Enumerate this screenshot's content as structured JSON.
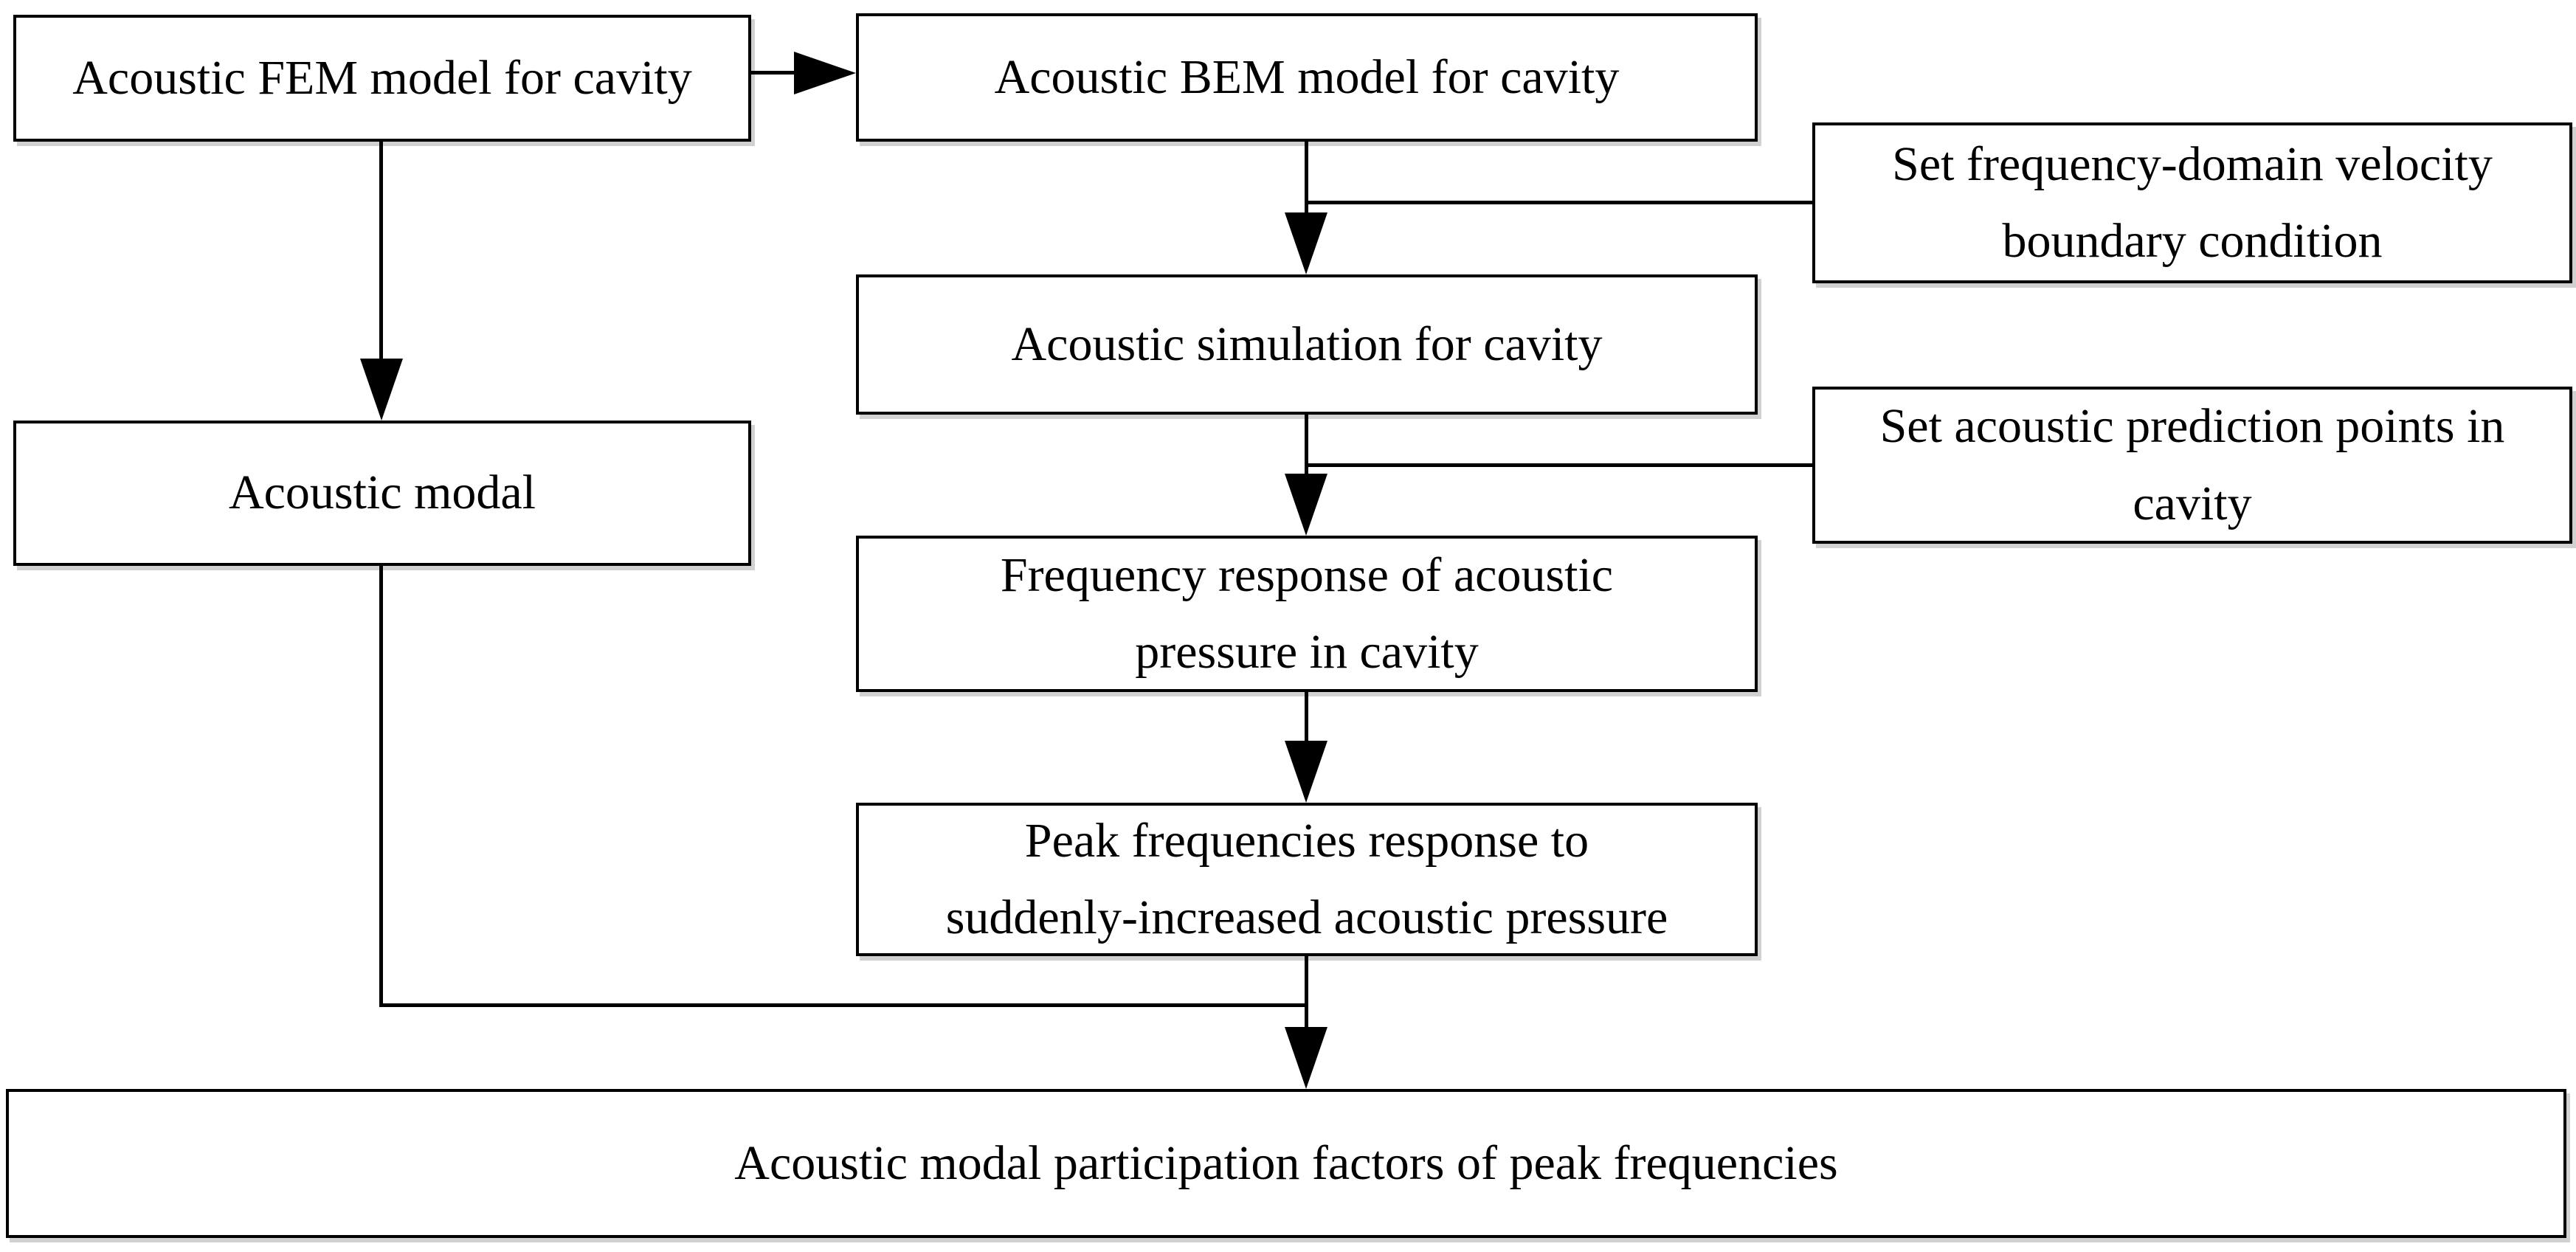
{
  "figure": {
    "type": "flowchart",
    "background_color": "#ffffff",
    "box_fill_color": "#ffffff",
    "box_border_color": "#000000",
    "line_color": "#000000",
    "text_color": "#000000"
  },
  "nodes": [
    {
      "id": "fem-model",
      "label": "Acoustic FEM model for cavity"
    },
    {
      "id": "bem-model",
      "label": "Acoustic BEM model for cavity"
    },
    {
      "id": "set-velocity-boundary",
      "label": "Set frequency-domain velocity\nboundary condition"
    },
    {
      "id": "acoustic-simulation",
      "label": "Acoustic simulation for cavity"
    },
    {
      "id": "set-prediction-points",
      "label": "Set acoustic prediction points in\ncavity"
    },
    {
      "id": "frequency-response",
      "label": "Frequency response of acoustic\npressure in cavity"
    },
    {
      "id": "acoustic-modal",
      "label": "Acoustic modal"
    },
    {
      "id": "peak-frequencies",
      "label": "Peak frequencies response to\nsuddenly-increased acoustic pressure"
    },
    {
      "id": "modal-participation-factors",
      "label": "Acoustic modal participation factors of peak frequencies"
    }
  ],
  "edges": [
    {
      "from": "fem-model",
      "to": "bem-model"
    },
    {
      "from": "fem-model",
      "to": "acoustic-modal"
    },
    {
      "from": "bem-model",
      "to": "acoustic-simulation"
    },
    {
      "from": "set-velocity-boundary",
      "to": "acoustic-simulation"
    },
    {
      "from": "acoustic-simulation",
      "to": "frequency-response"
    },
    {
      "from": "set-prediction-points",
      "to": "frequency-response"
    },
    {
      "from": "frequency-response",
      "to": "peak-frequencies"
    },
    {
      "from": "peak-frequencies",
      "to": "modal-participation-factors"
    },
    {
      "from": "acoustic-modal",
      "to": "modal-participation-factors"
    }
  ]
}
